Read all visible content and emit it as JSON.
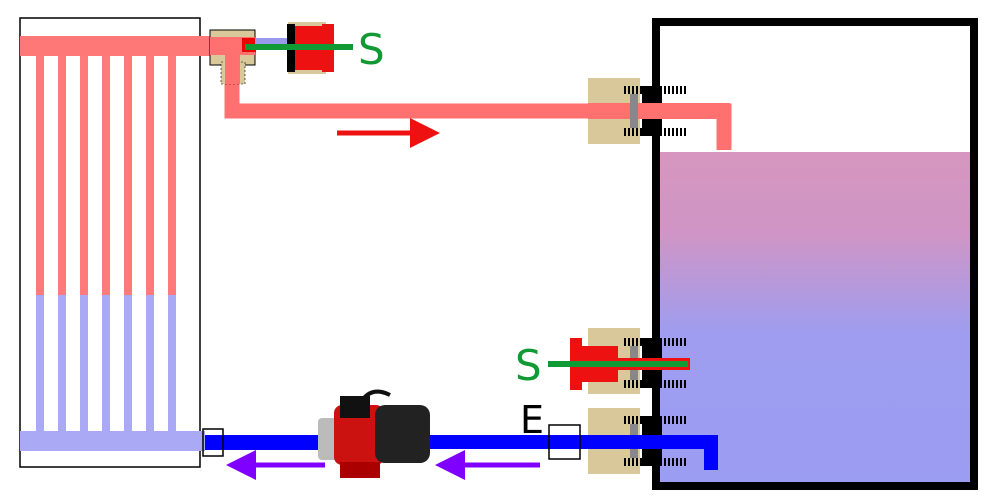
{
  "labels": {
    "sensor_top": "S",
    "sensor_bottom": "S",
    "inlet_marker": "E"
  },
  "colors": {
    "hot_pipe": "#ff7070",
    "cold_pipe": "#0000ff",
    "flow_hot_arrow": "#ee1111",
    "flow_cold_arrow": "#8000ff",
    "sensor": "#119933",
    "fitting": "#d9c99a",
    "liquid_top": "#d696bf",
    "liquid_bottom": "#9b9df3"
  }
}
